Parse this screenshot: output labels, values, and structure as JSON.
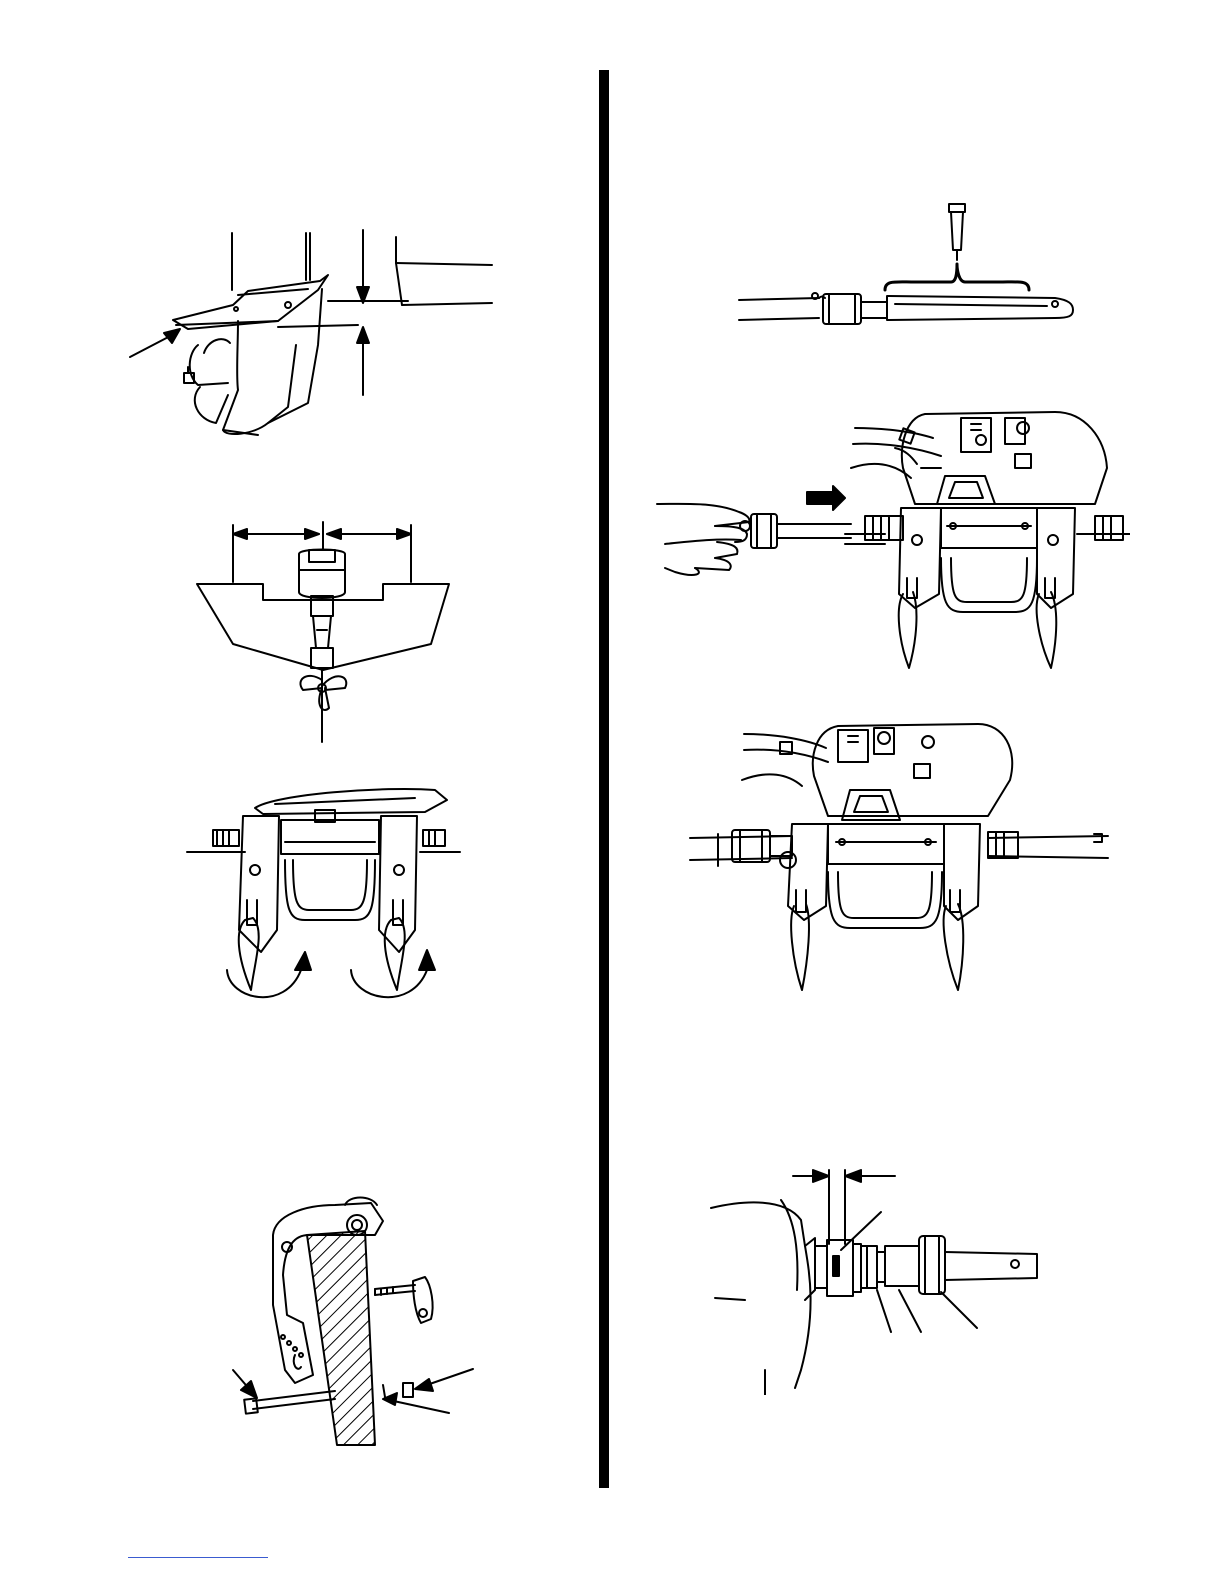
{
  "page": {
    "background": "#ffffff",
    "ink": "#000000",
    "footer_rule_color": "#3a5bd0"
  },
  "figures": [
    {
      "id": "engine-height-figure",
      "description": ""
    },
    {
      "id": "transom-centerline-figure",
      "description": ""
    },
    {
      "id": "transom-bracket-clamps-figure",
      "description": ""
    },
    {
      "id": "mounting-bolt-figure",
      "description": ""
    },
    {
      "id": "cable-lubrication-figure",
      "description": ""
    },
    {
      "id": "cable-insertion-figure",
      "description": ""
    },
    {
      "id": "cable-installed-figure",
      "description": ""
    },
    {
      "id": "cable-end-clearance-figure",
      "description": ""
    }
  ]
}
